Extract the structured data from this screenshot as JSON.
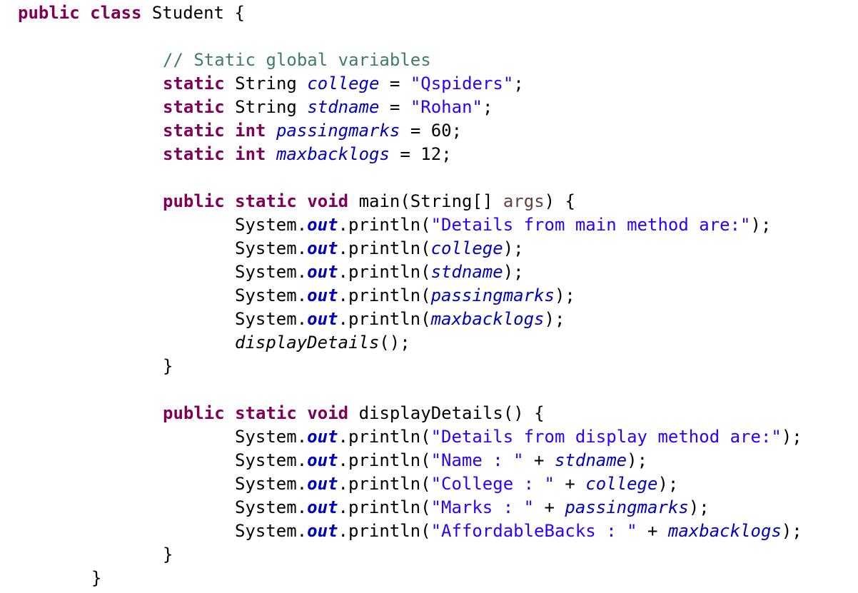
{
  "code": {
    "class_decl": {
      "modifier": "public",
      "keyword": "class",
      "name": "Student",
      "brace": "{"
    },
    "comment": "// Static global variables",
    "fields": [
      {
        "mod": "static",
        "type": "String",
        "name": "college",
        "eq": "=",
        "value": "\"Qspiders\"",
        "end": ";"
      },
      {
        "mod": "static",
        "type": "String",
        "name": "stdname",
        "eq": "=",
        "value": "\"Rohan\"",
        "end": ";"
      },
      {
        "mod": "static",
        "type": "int",
        "name": "passingmarks",
        "eq": "=",
        "value": "60",
        "end": ";"
      },
      {
        "mod": "static",
        "type": "int",
        "name": "maxbacklogs",
        "eq": "=",
        "value": "12",
        "end": ";"
      }
    ],
    "main_method": {
      "public": "public",
      "static": "static",
      "void": "void",
      "name": "main(String[]",
      "param": "args",
      "close": ") {",
      "body": [
        {
          "prefix": "System.",
          "out": "out",
          "call": ".println(",
          "string": "\"Details from main method are:\"",
          "field": "",
          "close": ");"
        },
        {
          "prefix": "System.",
          "out": "out",
          "call": ".println(",
          "string": "",
          "field": "college",
          "close": ");"
        },
        {
          "prefix": "System.",
          "out": "out",
          "call": ".println(",
          "string": "",
          "field": "stdname",
          "close": ");"
        },
        {
          "prefix": "System.",
          "out": "out",
          "call": ".println(",
          "string": "",
          "field": "passingmarks",
          "close": ");"
        },
        {
          "prefix": "System.",
          "out": "out",
          "call": ".println(",
          "string": "",
          "field": "maxbacklogs",
          "close": ");"
        }
      ],
      "call_display": "displayDetails",
      "call_display_end": "();",
      "closing_brace": "}"
    },
    "display_method": {
      "public": "public",
      "static": "static",
      "void": "void",
      "signature": "displayDetails() {",
      "body": [
        {
          "prefix": "System.",
          "out": "out",
          "call": ".println(",
          "string": "\"Details from display method are:\"",
          "plus": "",
          "field": "",
          "close": ");"
        },
        {
          "prefix": "System.",
          "out": "out",
          "call": ".println(",
          "string": "\"Name : \"",
          "plus": " + ",
          "field": "stdname",
          "close": ");"
        },
        {
          "prefix": "System.",
          "out": "out",
          "call": ".println(",
          "string": "\"College : \"",
          "plus": " + ",
          "field": "college",
          "close": ");"
        },
        {
          "prefix": "System.",
          "out": "out",
          "call": ".println(",
          "string": "\"Marks : \"",
          "plus": " + ",
          "field": "passingmarks",
          "close": ");"
        },
        {
          "prefix": "System.",
          "out": "out",
          "call": ".println(",
          "string": "\"AffordableBacks : \"",
          "plus": " + ",
          "field": "maxbacklogs",
          "close": ");"
        }
      ],
      "closing_brace": "}"
    },
    "class_closing_brace": "}"
  }
}
